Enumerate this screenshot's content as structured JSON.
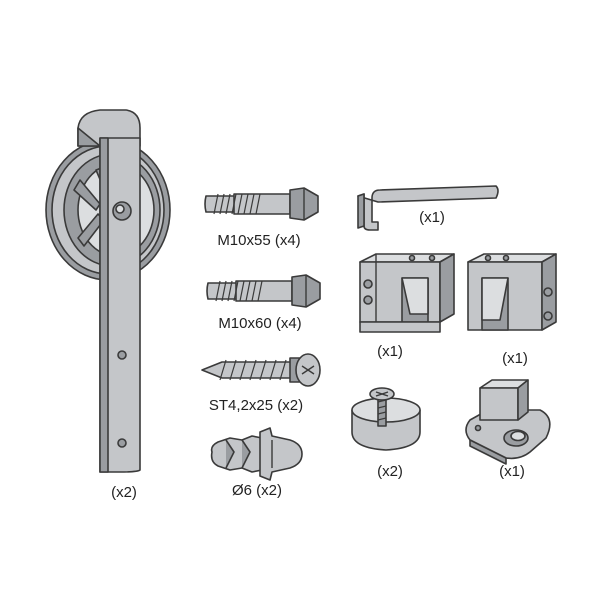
{
  "parts": {
    "wheel_hanger": {
      "icon": "barn-door-wheel-hanger",
      "qty": "(x2)"
    },
    "bolt_m10x55": {
      "icon": "hex-bolt",
      "label": "M10x55 (x4)"
    },
    "bolt_m10x60": {
      "icon": "hex-bolt",
      "label": "M10x60 (x4)"
    },
    "screw_st42": {
      "icon": "wood-screw",
      "label": "ST4,2x25 (x2)"
    },
    "anchor_6": {
      "icon": "wall-anchor",
      "label": "Ø6 (x2)"
    },
    "hex_key": {
      "icon": "allen-key",
      "qty": "(x1)"
    },
    "stop_left": {
      "icon": "track-stop",
      "qty": "(x1)"
    },
    "stop_right": {
      "icon": "track-stop",
      "qty": "(x1)"
    },
    "stopper": {
      "icon": "door-stopper",
      "qty": "(x2)"
    },
    "floor_guide": {
      "icon": "floor-guide",
      "qty": "(x1)"
    }
  },
  "colors": {
    "fill": "#c4c6c9",
    "fill_dark": "#9a9da1",
    "fill_light": "#dcdee0",
    "outline": "#3a3a3a"
  }
}
